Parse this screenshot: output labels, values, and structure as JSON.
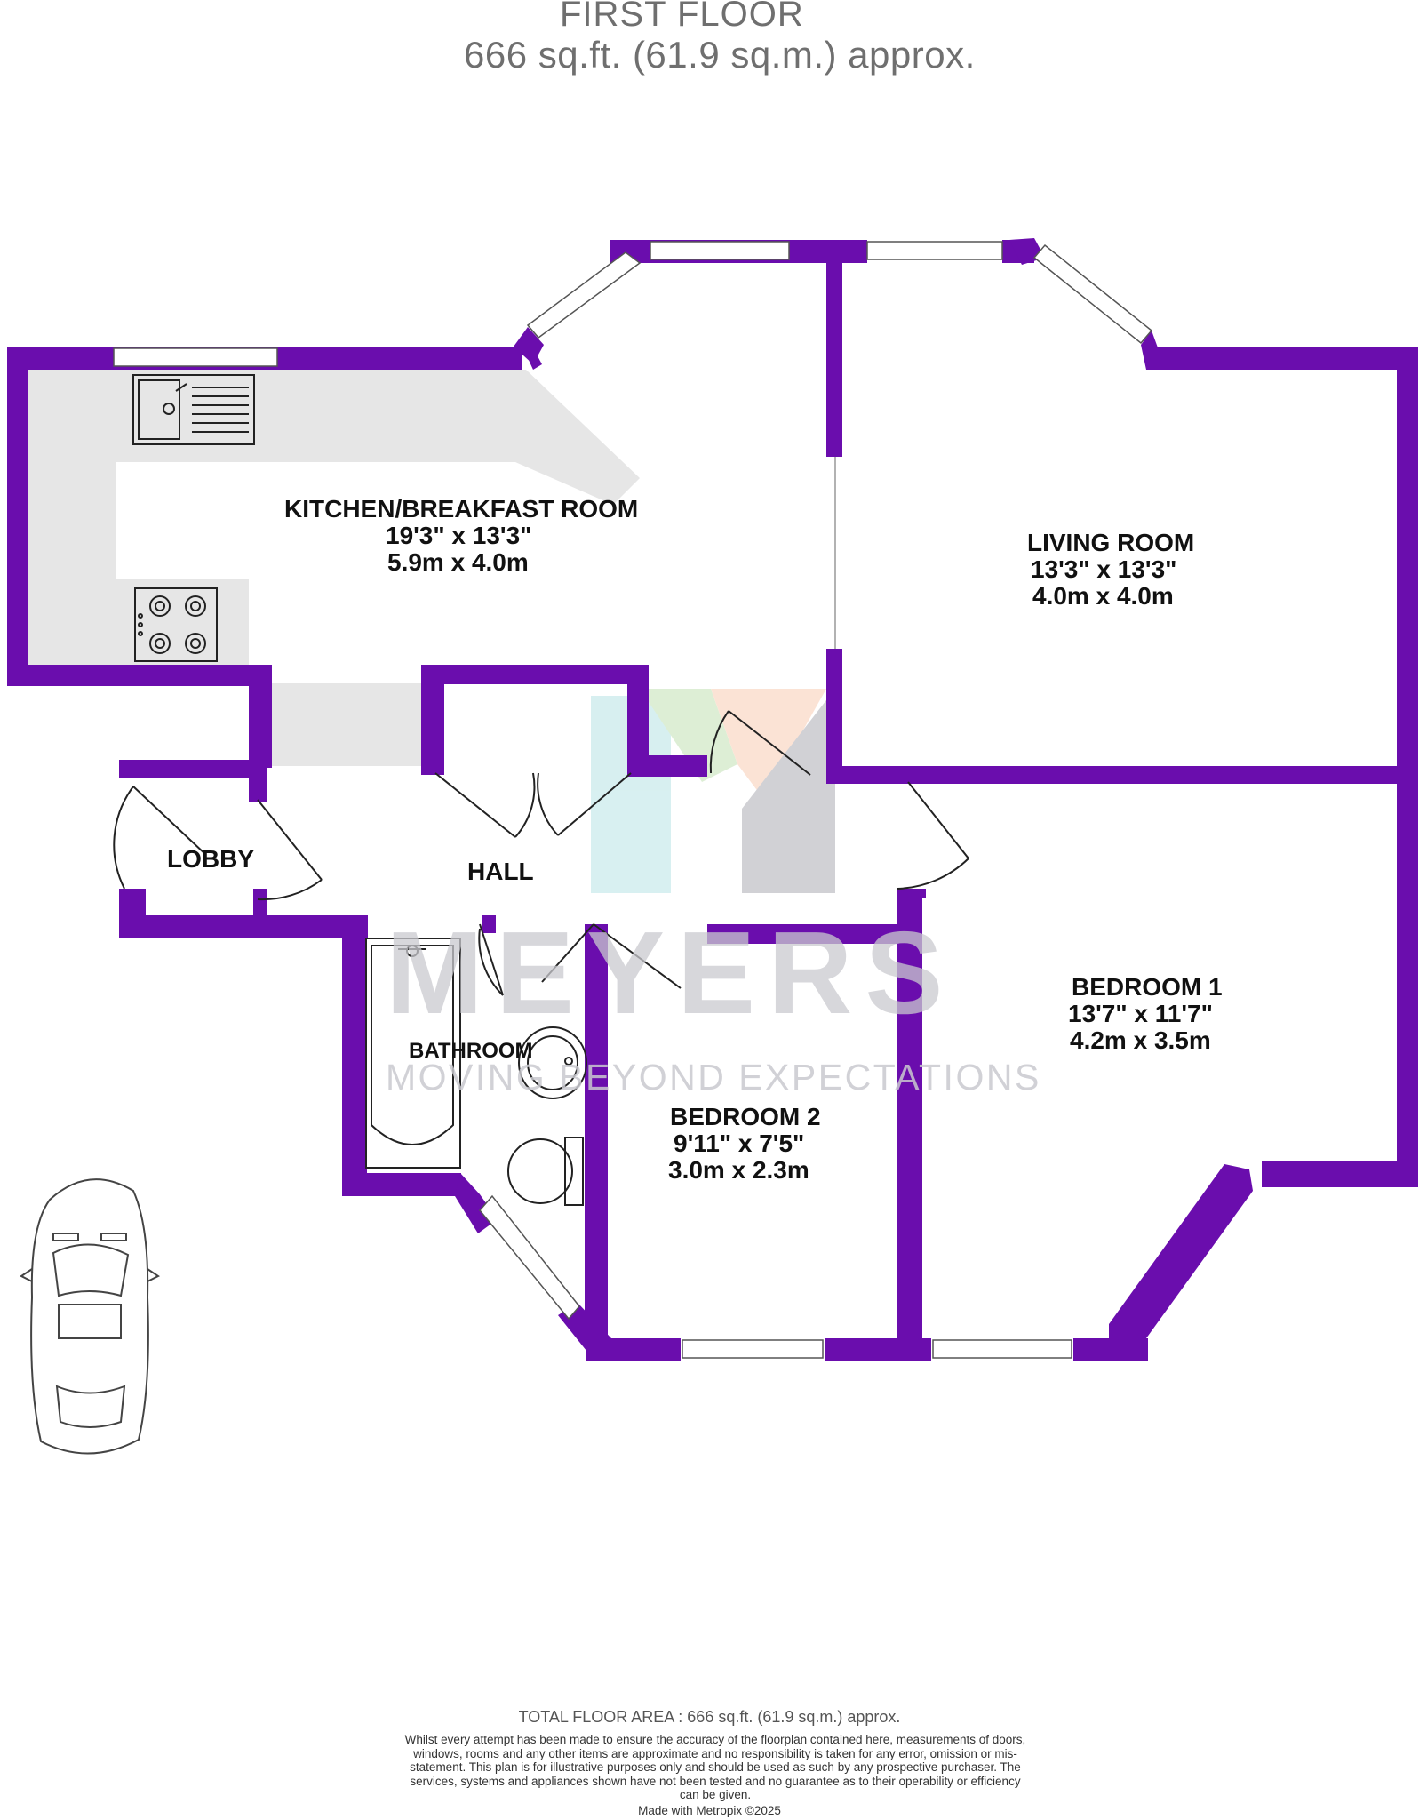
{
  "header": {
    "floor_title": "FIRST FLOOR",
    "floor_area": "666 sq.ft. (61.9 sq.m.) approx."
  },
  "rooms": {
    "kitchen": {
      "name": "KITCHEN/BREAKFAST ROOM",
      "imperial": "19'3\"  x 13'3\"",
      "metric": "5.9m  x 4.0m"
    },
    "living": {
      "name": "LIVING ROOM",
      "imperial": "13'3\"  x 13'3\"",
      "metric": "4.0m  x 4.0m"
    },
    "bedroom1": {
      "name": "BEDROOM 1",
      "imperial": "13'7\"  x 11'7\"",
      "metric": "4.2m  x 3.5m"
    },
    "bedroom2": {
      "name": "BEDROOM 2",
      "imperial": "9'11\"  x 7'5\"",
      "metric": "3.0m  x 2.3m"
    },
    "bathroom": {
      "name": "BATHROOM"
    },
    "hall": {
      "name": "HALL"
    },
    "lobby": {
      "name": "LOBBY"
    }
  },
  "watermark": {
    "brand": "MEYERS",
    "tagline": "MOVING BEYOND EXPECTATIONS"
  },
  "footer": {
    "total": "TOTAL FLOOR AREA : 666 sq.ft. (61.9 sq.m.) approx.",
    "disclaimer": "Whilst every attempt has been made to ensure the accuracy of the floorplan contained here, measurements of doors, windows, rooms and any other items are approximate and no responsibility is taken for any error, omission or mis-statement. This plan is for illustrative purposes only and should be used as such by any prospective purchaser. The services, systems and appliances shown have not been tested and no guarantee as to their operability or efficiency can be given.",
    "made_with": "Made with Metropix ©2025"
  },
  "colors": {
    "wall": "#6a0dad",
    "counter": "#e6e6e6",
    "watermark_text": "#c9c9cf"
  }
}
